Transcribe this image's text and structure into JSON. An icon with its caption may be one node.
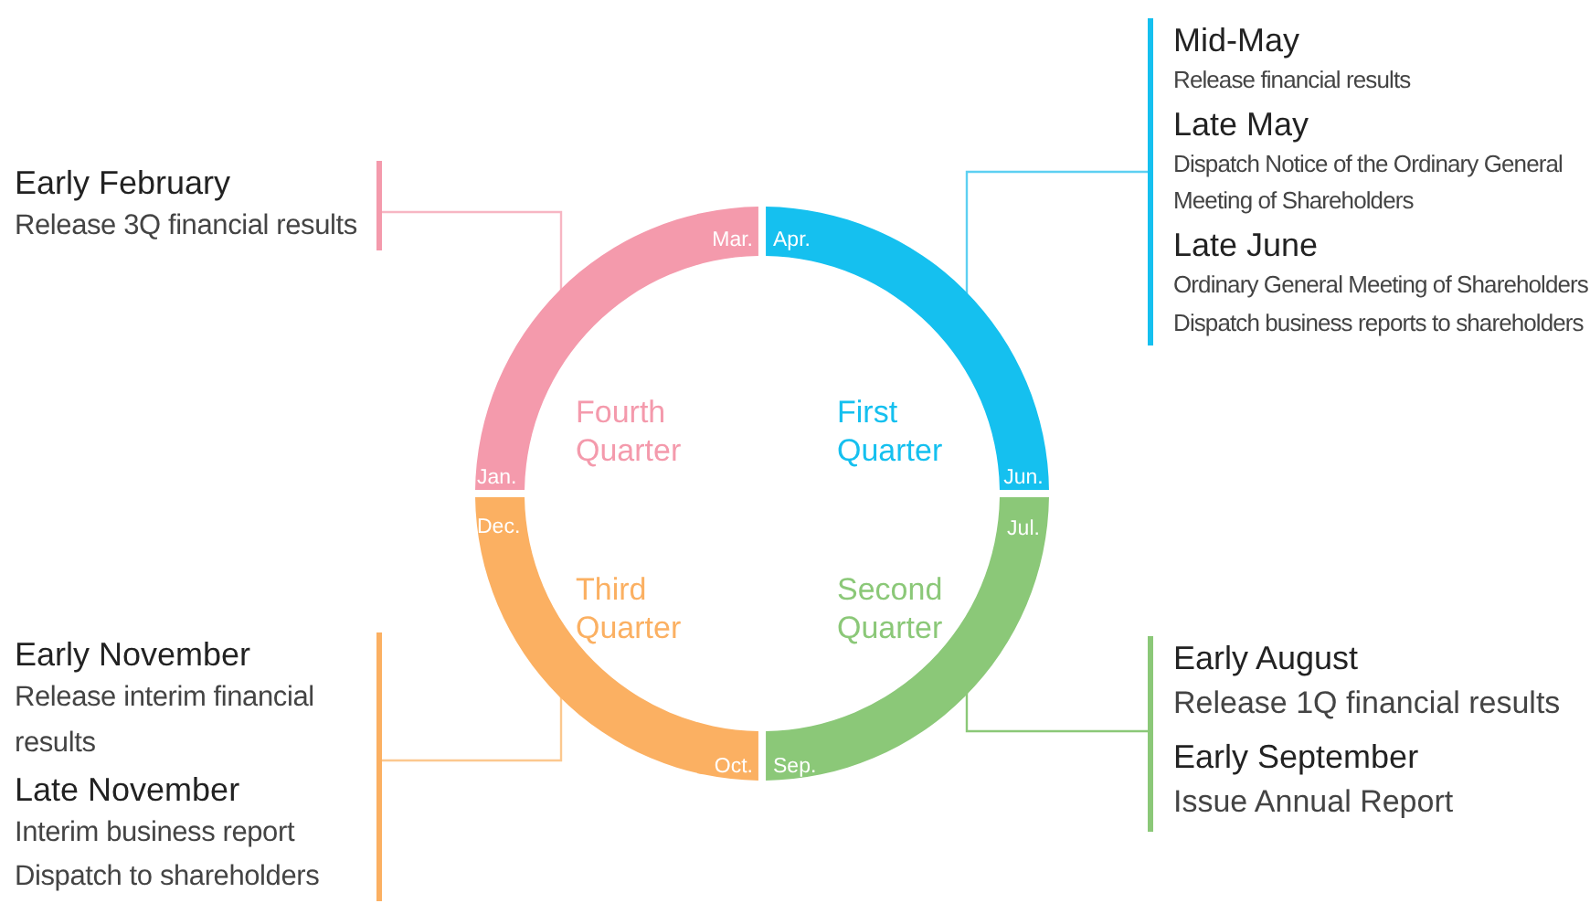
{
  "diagram": {
    "nodes": [
      {
        "text": [
          "Apr.",
          "Jun."
        ],
        "beside": [
          "First Quarter"
        ]
      },
      {
        "text": [
          "Jul.",
          "Sep."
        ],
        "beside": [
          "Second Quarter"
        ]
      },
      {
        "text": [
          "Oct.",
          "Dec."
        ],
        "beside": [
          "Third Quarter"
        ]
      },
      {
        "text": [
          "Jan.",
          "Mar."
        ],
        "beside": [
          "Fourth Quarter"
        ]
      },
      {
        "text": [],
        "shape": "bar"
      },
      {
        "text": [
          "Mid-May",
          "Release financial results"
        ],
        "in": 4
      },
      {
        "text": [
          "Late May",
          "Dispatch Notice of the Ordinary General Meeting of Shareholders"
        ],
        "in": 4
      },
      {
        "text": [
          "Late June",
          "Ordinary General Meeting of Shareholders",
          "Dispatch business reports to shareholders"
        ],
        "in": 4
      },
      {
        "text": [],
        "shape": "bar"
      },
      {
        "text": [
          "Early August",
          "Release 1Q financial results"
        ],
        "in": 8
      },
      {
        "text": [
          "Early September",
          "Issue Annual Report"
        ],
        "in": 8
      },
      {
        "text": [],
        "shape": "bar"
      },
      {
        "text": [
          "Early November",
          "Release interim financial results"
        ],
        "in": 11
      },
      {
        "text": [
          "Late November",
          "Interim business report",
          "Dispatch to shareholders"
        ],
        "in": 11
      },
      {
        "text": [],
        "shape": "bar"
      },
      {
        "text": [
          "Early February",
          "Release 3Q financial results"
        ],
        "in": 14
      }
    ],
    "edges": [
      {
        "from": 4,
        "to": 0,
        "arrow": "none",
        "color": "#5dd0f2"
      },
      {
        "from": 8,
        "to": 1,
        "arrow": "none",
        "color": "#8bc878"
      },
      {
        "from": 11,
        "to": 2,
        "arrow": "none",
        "color": "#fcc88e"
      },
      {
        "from": 14,
        "to": 3,
        "arrow": "none",
        "color": "#f7b6c3"
      }
    ]
  }
}
